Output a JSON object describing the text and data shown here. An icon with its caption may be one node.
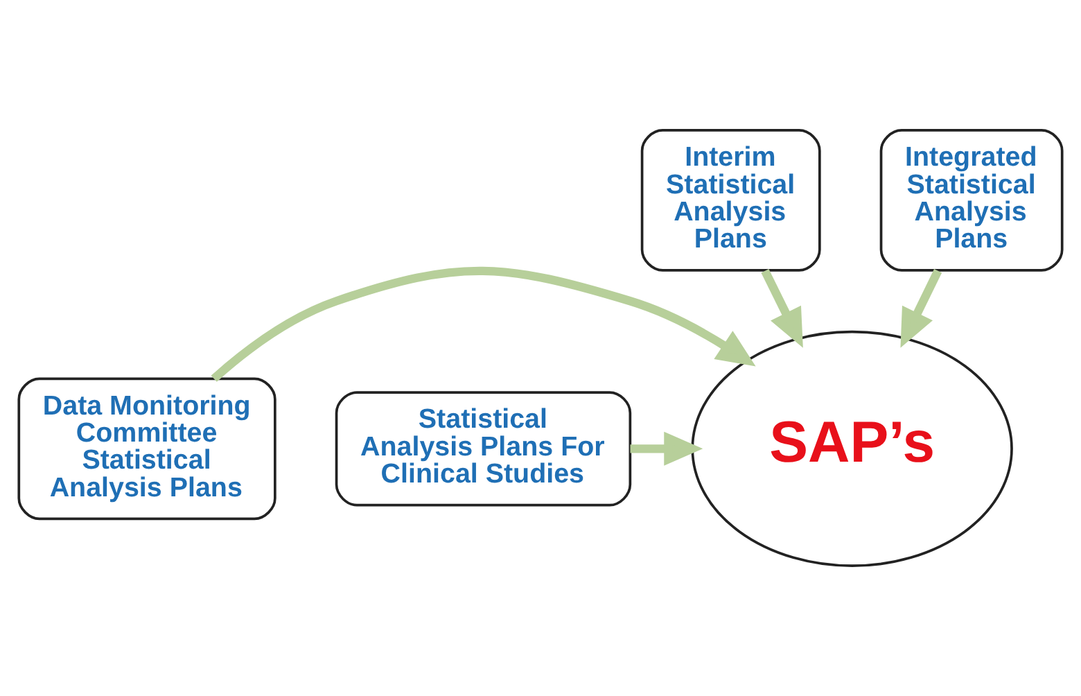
{
  "diagram": {
    "nodes": [
      {
        "text": [
          "Interim Statistical Analysis Plans"
        ]
      },
      {
        "text": [
          "Integrated Statistical Analysis Plans"
        ]
      },
      {
        "text": [
          "Data Monitoring Committee Statistical Analysis Plans"
        ]
      },
      {
        "text": [
          "SAP’s"
        ]
      },
      {
        "text": [
          "Statistical Analysis Plans For Clinical Studies"
        ]
      }
    ],
    "edges": [
      {
        "from": 0,
        "to": 3,
        "arrow": "to"
      },
      {
        "from": 1,
        "to": 3,
        "arrow": "to"
      },
      {
        "from": 2,
        "to": 3,
        "arrow": "to"
      },
      {
        "from": 4,
        "to": 3,
        "arrow": "to"
      }
    ]
  }
}
